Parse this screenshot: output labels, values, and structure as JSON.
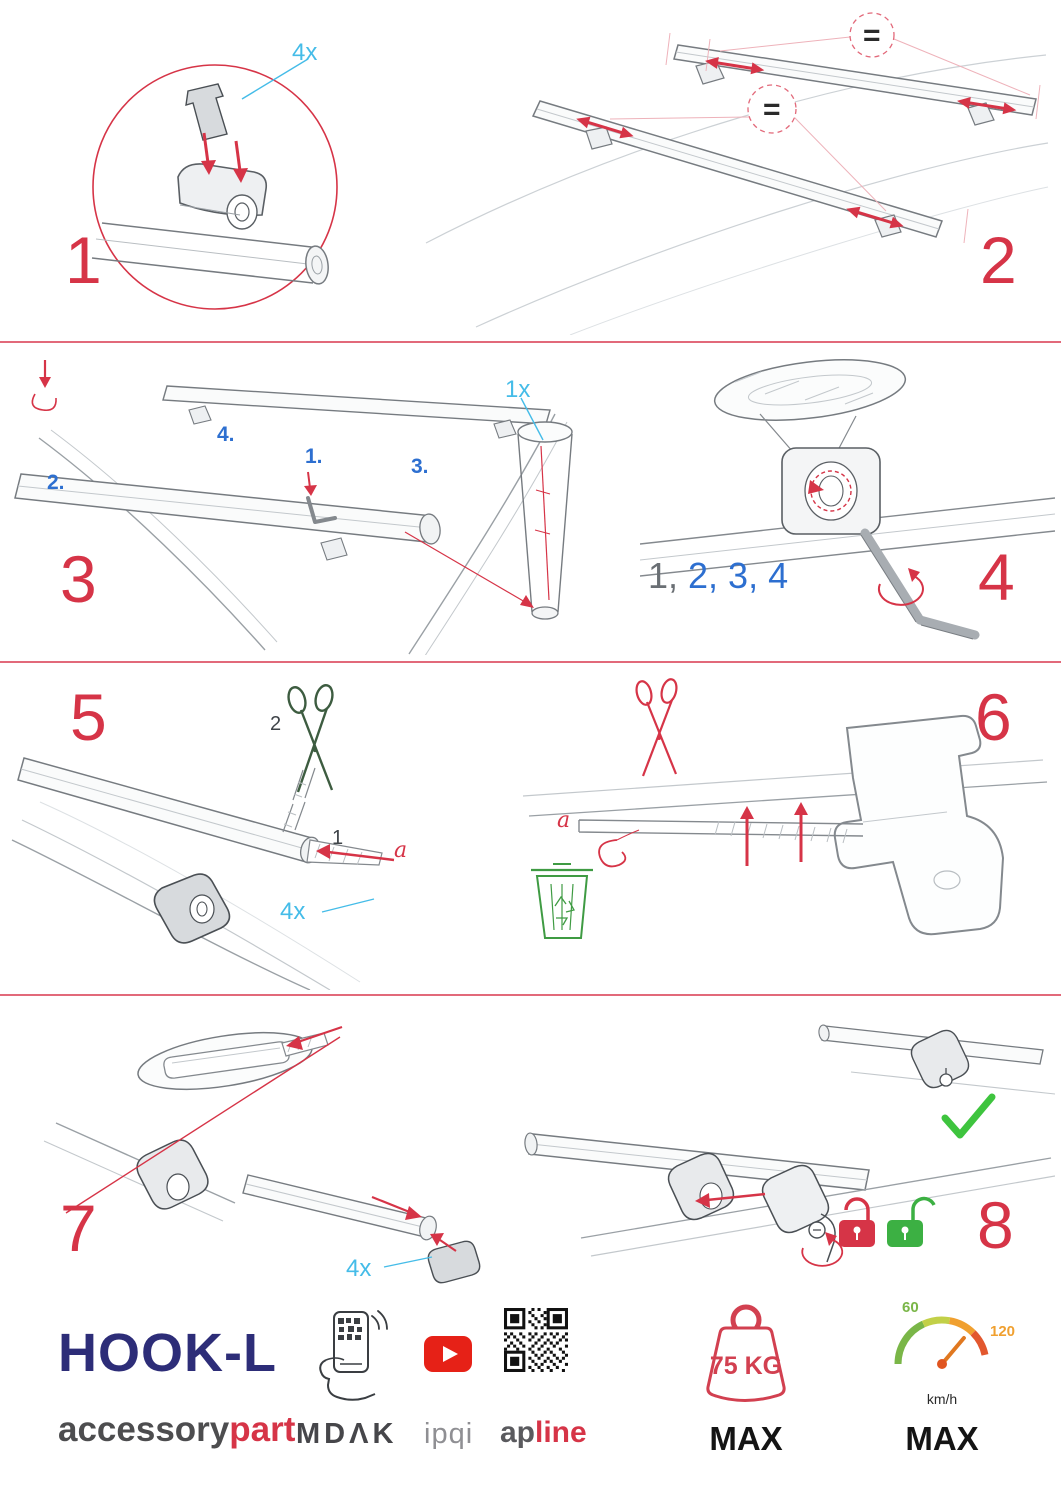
{
  "colors": {
    "accent_red": "#d63447",
    "label_blue_light": "#45bce8",
    "label_blue": "#2d6fd0",
    "green": "#3cb043",
    "navy": "#2d2d78"
  },
  "steps": {
    "s1": {
      "number": "1",
      "qty": "4x"
    },
    "s2": {
      "number": "2",
      "equal_a": "=",
      "equal_b": "="
    },
    "s3": {
      "number": "3",
      "l1": "1.",
      "l2": "2.",
      "l3": "3.",
      "l4": "4.",
      "qty": "1x"
    },
    "s4": {
      "number": "4",
      "seq_gray": "1,",
      "seq_blue": " 2, 3, 4"
    },
    "s5": {
      "number": "5",
      "cut_label": "2",
      "slot_label": "1",
      "a_label": "a",
      "qty": "4x"
    },
    "s6": {
      "number": "6",
      "a_label": "a"
    },
    "s7": {
      "number": "7",
      "qty": "4x"
    },
    "s8": {
      "number": "8"
    }
  },
  "footer": {
    "product": "HOOK-L",
    "brand_gray": "accessory",
    "brand_red": "part",
    "logo_mdak": "MDΛK",
    "logo_ipqi": "ipqi",
    "logo_ap": "ap",
    "logo_line": "line",
    "weight": "75 KG",
    "weight_max": "MAX",
    "speed_min": "60",
    "speed_high": "120",
    "speed_unit": "km/h",
    "speed_max_text": "MAX"
  }
}
